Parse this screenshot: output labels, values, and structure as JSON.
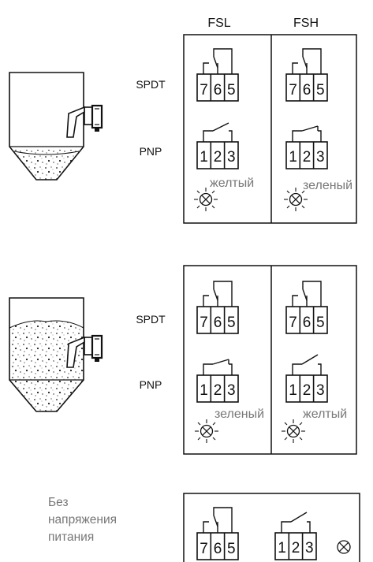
{
  "headers": {
    "left": "FSL",
    "right": "FSH"
  },
  "row_labels": {
    "spdt": "SPDT",
    "pnp": "PNP"
  },
  "terminals": {
    "spdt": [
      "7",
      "6",
      "5"
    ],
    "pnp": [
      "1",
      "2",
      "3"
    ]
  },
  "panels": {
    "top": {
      "left_led": "желтый",
      "right_led": "зеленый"
    },
    "middle": {
      "left_led": "зеленый",
      "right_led": "желтый"
    }
  },
  "no_power": {
    "label_line1": "Без",
    "label_line2": "напряжения",
    "label_line3": "питания"
  },
  "colors": {
    "line": "#111111",
    "gray_text": "#777777"
  },
  "icons": {
    "led_on": "led-lamp-icon",
    "led_off": "led-off-icon"
  }
}
